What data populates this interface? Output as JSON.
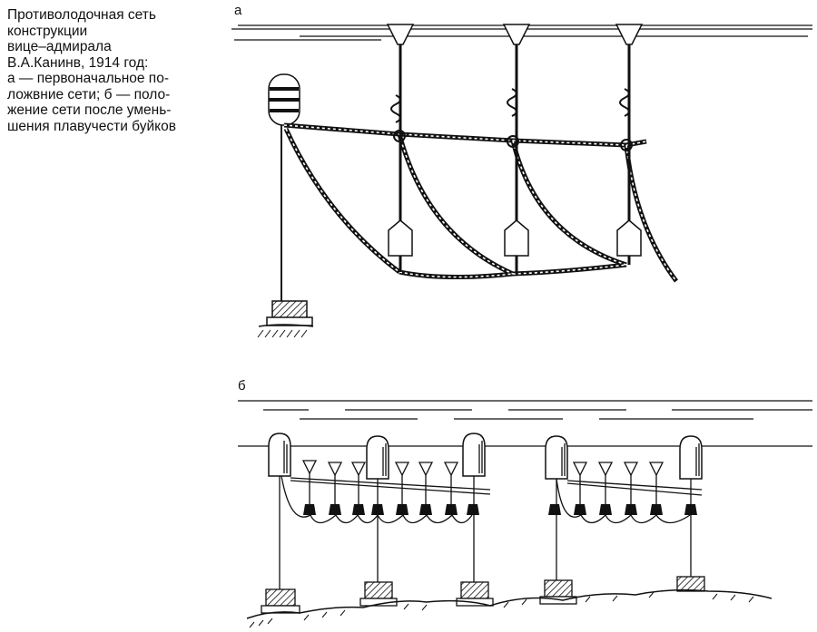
{
  "caption": {
    "lines": [
      "Противолодочная сеть",
      "конструкции",
      "вице–адмирала",
      "В.А.Канинв, 1914 год:",
      "а — первоначальное по-",
      "ложвние сети; б — поло-",
      "жение сети после умень-",
      "шения плавучести буйков"
    ]
  },
  "panels": {
    "a": {
      "label": "а"
    },
    "b": {
      "label": "б"
    }
  },
  "colors": {
    "ink": "#111111",
    "paper": "#ffffff"
  }
}
